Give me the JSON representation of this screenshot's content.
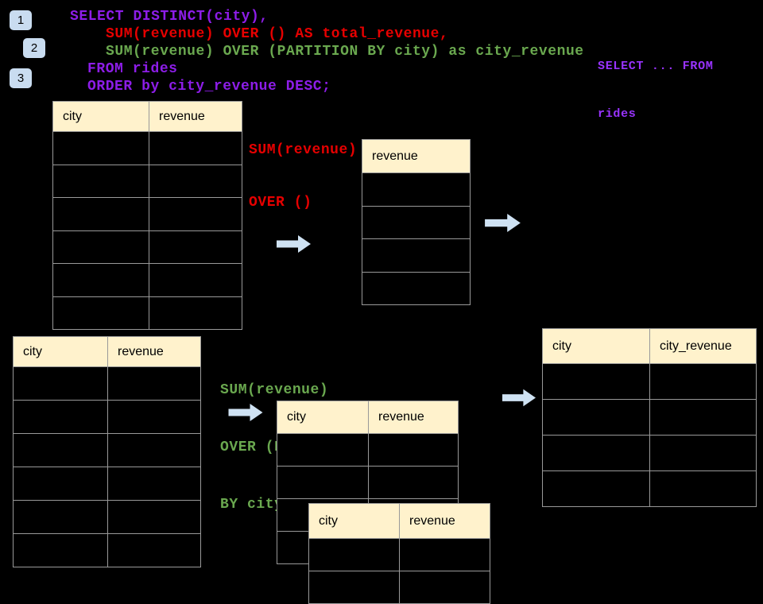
{
  "colors": {
    "background": "#000000",
    "code_purple": "#8d1de8",
    "code_red": "#e60000",
    "code_green": "#6aa84f",
    "note_purple": "#9933ff",
    "table_header_bg": "#fff2cc",
    "table_border": "#999999",
    "arrow_fill": "#cfe2f3",
    "badge_bg": "#c9dcf0"
  },
  "step_badges": [
    {
      "label": "1"
    },
    {
      "label": "2"
    },
    {
      "label": "3"
    }
  ],
  "sql_code": {
    "lines": [
      "SELECT DISTINCT(city),",
      "SUM(revenue) OVER () AS total_revenue,",
      "SUM(revenue) OVER (PARTITION BY city) as city_revenue",
      "FROM rides",
      "ORDER by city_revenue DESC;"
    ]
  },
  "side_note": {
    "lines": [
      "SELECT ... FROM",
      "rides"
    ]
  },
  "annotations": {
    "total": {
      "lines": [
        "SUM(revenue)",
        "OVER ()"
      ]
    },
    "partition": {
      "lines": [
        "SUM(revenue)",
        "OVER (PARTITION",
        "BY city)"
      ]
    }
  },
  "tables": {
    "source_top": {
      "headers": [
        "city",
        "revenue"
      ],
      "body_rows": 6
    },
    "total_revenue": {
      "headers": [
        "revenue"
      ],
      "body_rows": 4
    },
    "source_bottom": {
      "headers": [
        "city",
        "revenue"
      ],
      "body_rows": 6
    },
    "partition_mid": {
      "headers": [
        "city",
        "revenue"
      ],
      "body_rows": 4
    },
    "partition_overlay": {
      "headers": [
        "city",
        "revenue"
      ],
      "body_rows": 2
    },
    "result": {
      "headers": [
        "city",
        "city_revenue"
      ],
      "body_rows": 4
    }
  }
}
